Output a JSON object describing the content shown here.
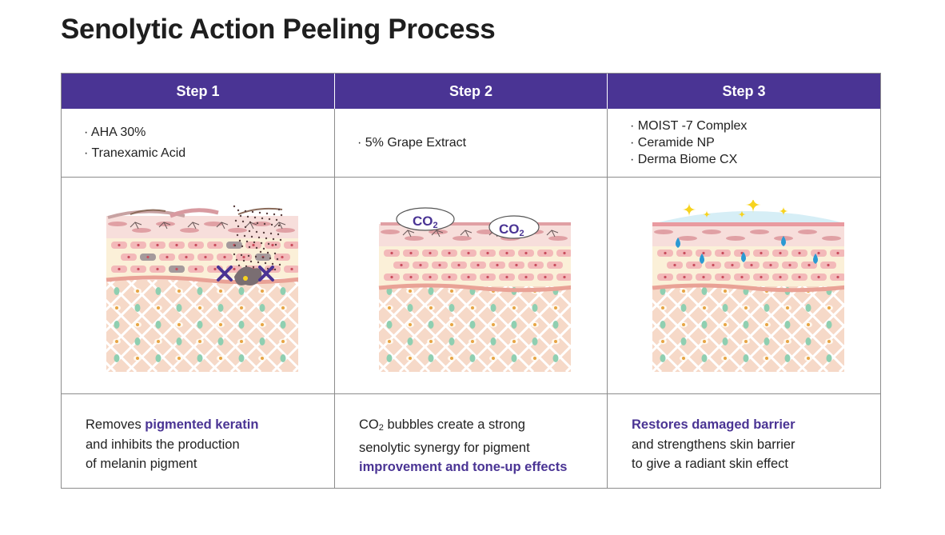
{
  "title": "Senolytic Action Peeling Process",
  "colors": {
    "header_bg": "#4a3494",
    "highlight": "#4a3494",
    "dermis": "#f6d9c8",
    "skin_line": "#e9a296",
    "cell_pink": "#f3b9b9",
    "green_node": "#8fcfb1",
    "spark": "#f7d31f",
    "water_drop": "#2b9ad3",
    "barrier_blue": "#d6eef6"
  },
  "steps": [
    {
      "header": "Step 1",
      "ingredients": [
        "AHA 30%",
        "Tranexamic Acid"
      ],
      "desc": {
        "line1_pre": "Removes ",
        "line1_hl": "pigmented keratin",
        "line2": "and inhibits the production",
        "line3": "of melanin pigment"
      }
    },
    {
      "header": "Step 2",
      "ingredients": [
        "5% Grape Extract"
      ],
      "bubbles": [
        {
          "main": "CO",
          "sub": "2"
        },
        {
          "main": "CO",
          "sub": "2"
        }
      ],
      "desc": {
        "line1_pre": "CO",
        "line1_sub": "2",
        "line1_post": " bubbles create a strong",
        "line2": "senolytic synergy for pigment",
        "line3_hl": "improvement and tone-up effects"
      }
    },
    {
      "header": "Step 3",
      "ingredients": [
        "MOIST -7 Complex",
        "Ceramide NP",
        "Derma Biome CX"
      ],
      "desc": {
        "line1_hl": "Restores damaged barrier",
        "line2": "and strengthens skin barrier",
        "line3": "to give a radiant skin effect"
      }
    }
  ]
}
